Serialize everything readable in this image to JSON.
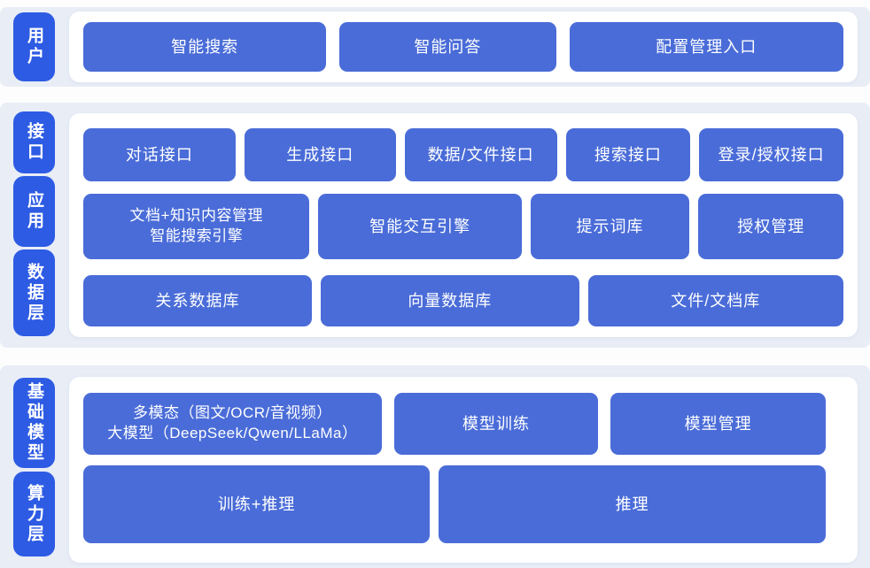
{
  "colors": {
    "band_background": "#e8edf6",
    "panel_background": "#ffffff",
    "rail_label_blue": "#2d5be4",
    "block_blue": "#4a6cd8",
    "text_white": "#ffffff"
  },
  "layers": [
    {
      "name": "user-layer",
      "labels": [
        "用户"
      ],
      "rows": [
        [
          "智能搜索",
          "智能问答",
          "配置管理入口"
        ]
      ]
    },
    {
      "name": "middle-layer",
      "labels": [
        "接口",
        "应用",
        "数据层"
      ],
      "rows": [
        [
          "对话接口",
          "生成接口",
          "数据/文件接口",
          "搜索接口",
          "登录/授权接口"
        ],
        [
          "文档+知识内容管理\n智能搜索引擎",
          "智能交互引擎",
          "提示词库",
          "授权管理"
        ],
        [
          "关系数据库",
          "向量数据库",
          "文件/文档库"
        ]
      ]
    },
    {
      "name": "foundation-layer",
      "labels": [
        "基础模型",
        "算力层"
      ],
      "rows": [
        [
          "多模态（图文/OCR/音视频）\n大模型（DeepSeek/Qwen/LLaMa）",
          "模型训练",
          "模型管理"
        ],
        [
          "训练+推理",
          "推理"
        ]
      ]
    }
  ]
}
